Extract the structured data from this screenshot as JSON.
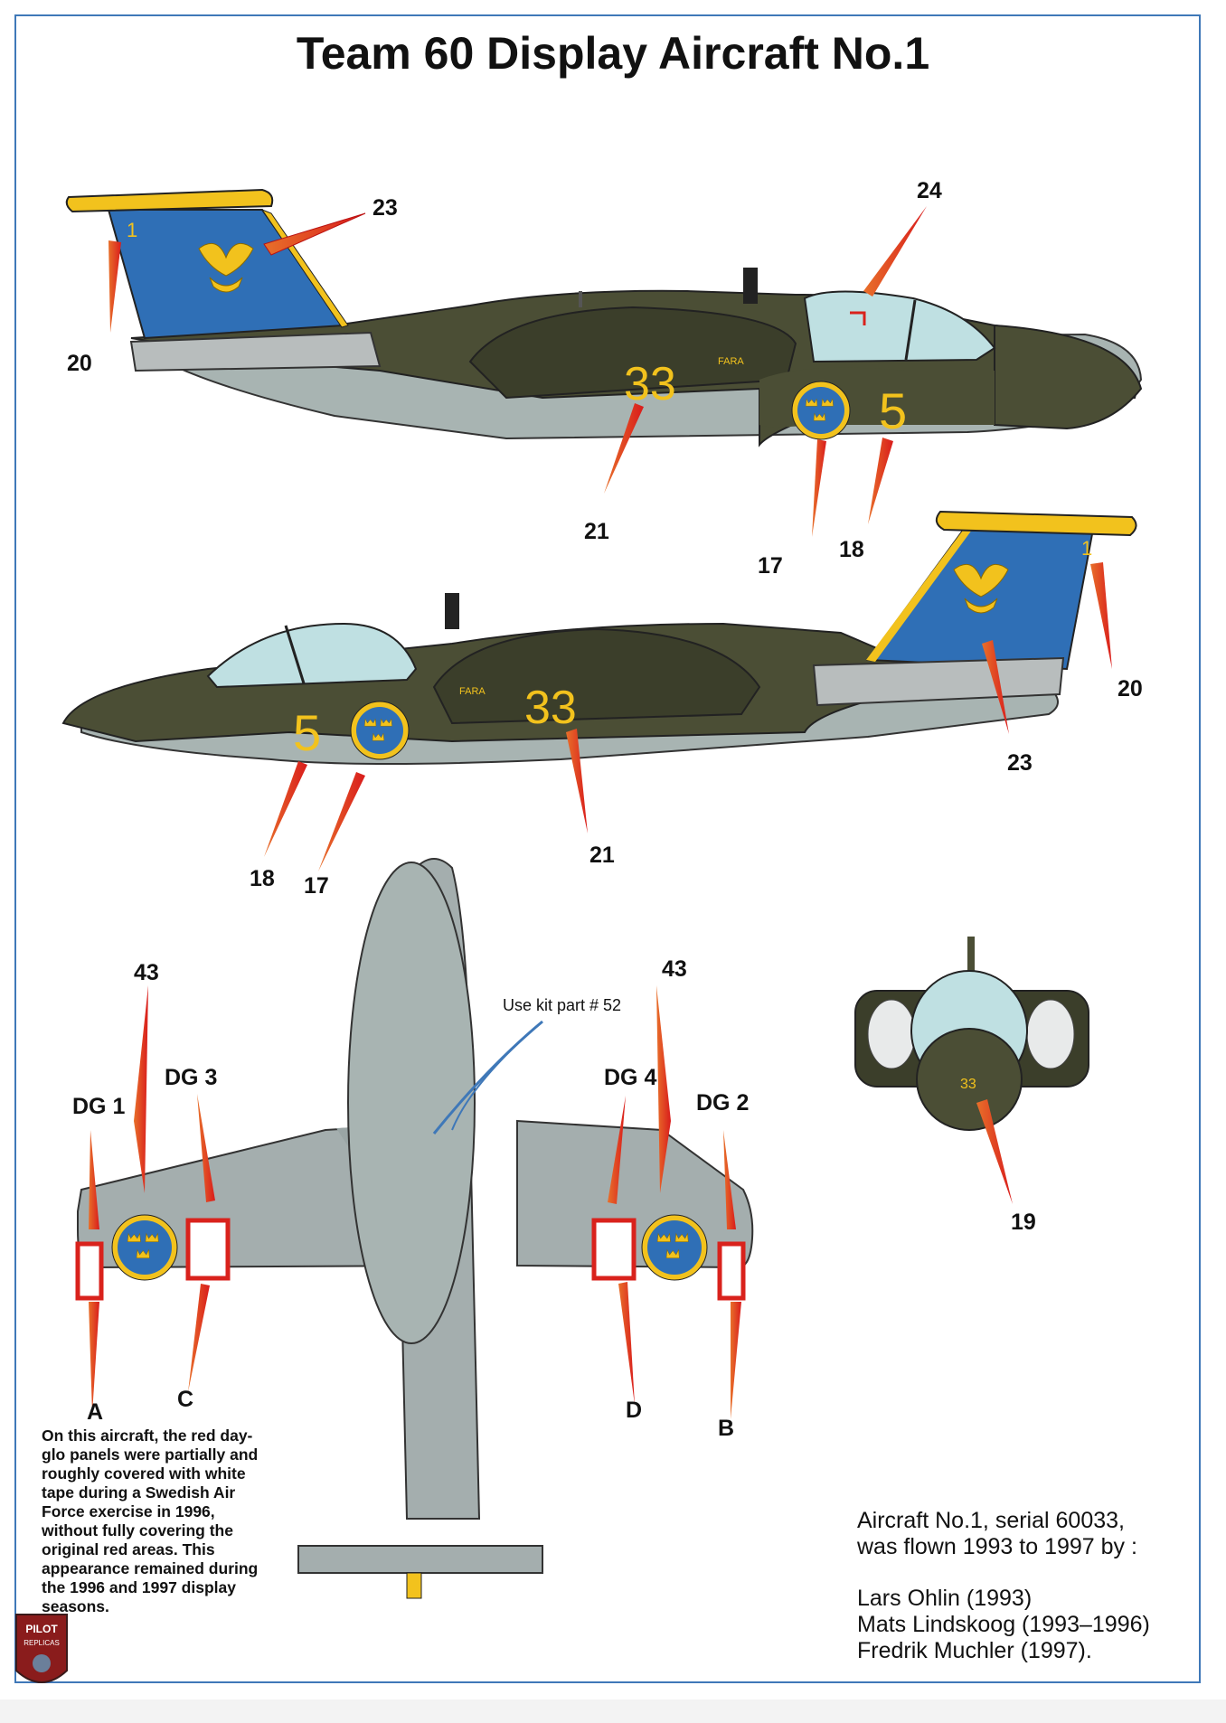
{
  "title": "Team 60 Display Aircraft No.1",
  "colors": {
    "camouflage": "#4b4e35",
    "underside": "#a8b4b2",
    "tail_blue": "#2f6fb6",
    "yellow": "#f2c21d",
    "arrow_red": "#d9221c",
    "canopy": "#bfe0e2",
    "frame_border": "#3f78b8"
  },
  "callouts": {
    "c24": "24",
    "c23a": "23",
    "c20a": "20",
    "c21a": "21",
    "c17a": "17",
    "c18a": "18",
    "c20b": "20",
    "c23b": "23",
    "c21b": "21",
    "c18b": "18",
    "c17b": "17",
    "c43a": "43",
    "c43b": "43",
    "dg1": "DG 1",
    "dg3": "DG 3",
    "dg4": "DG 4",
    "dg2": "DG 2",
    "ca": "A",
    "cc": "C",
    "cd": "D",
    "cb": "B",
    "c19": "19"
  },
  "aircraft_markings": {
    "fuselage_code": "33",
    "tail_number": "1",
    "nose_number": "5",
    "warning_label": "FARA"
  },
  "kit_note": "Use kit part # 52",
  "tape_note": [
    "On this aircraft, the red day-",
    "glo panels were partially and",
    "roughly covered with white",
    "tape during a Swedish Air",
    "Force exercise in 1996,",
    "without fully covering the",
    "original red areas. This",
    "appearance remained during",
    "the 1996 and 1997 display",
    "seasons."
  ],
  "info": {
    "line1": "Aircraft No.1, serial 60033,",
    "line2": "was flown 1993 to 1997 by :",
    "pilots": [
      "Lars Ohlin (1993)",
      "Mats Lindskoog (1993–1996)",
      "Fredrik Muchler (1997)."
    ]
  },
  "logo": {
    "line1": "PILOT",
    "line2": "REPLICAS"
  },
  "icons": [
    "roundel-icon",
    "crown-icon",
    "eagle-badge-icon",
    "arrow-icon",
    "pilot-replicas-logo"
  ]
}
